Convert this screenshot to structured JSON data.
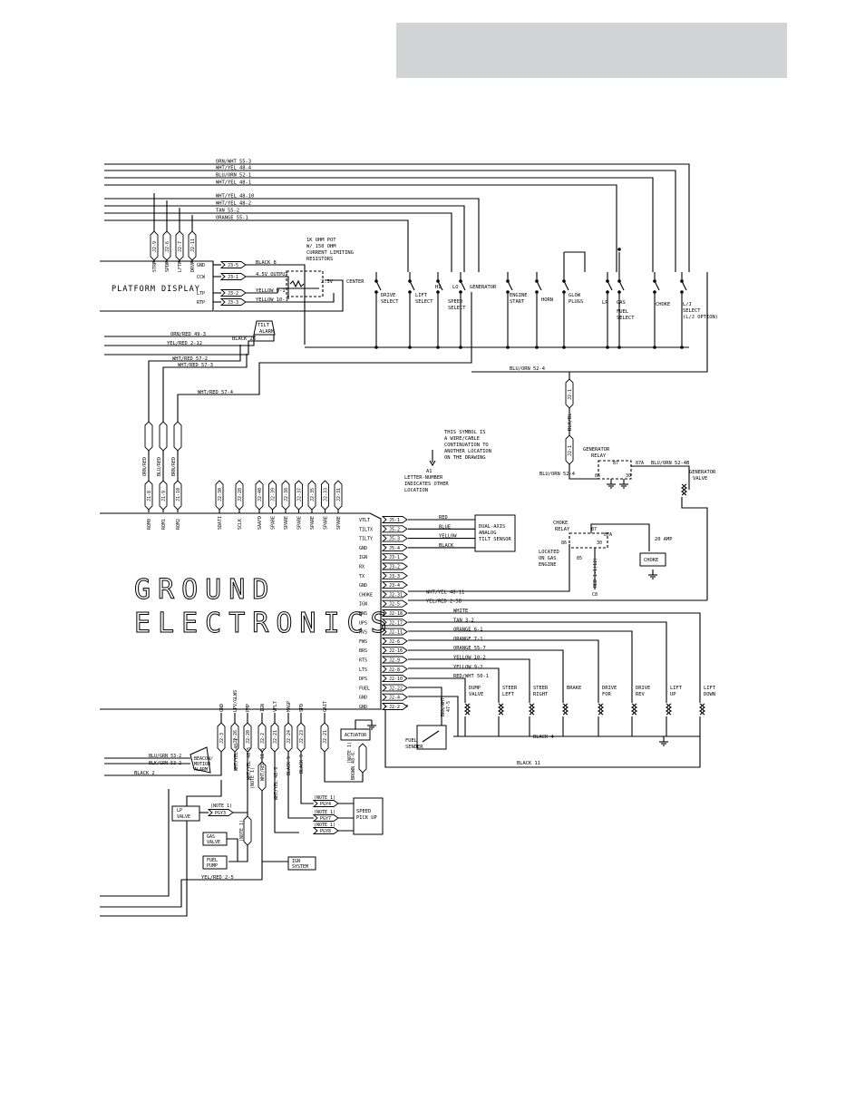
{
  "diagram": {
    "top_wires": [
      "ORN/WHT 55-3",
      "WHT/YEL 48-4",
      "BLU/ORN 52-1",
      "WHT/YEL 48-1",
      "WHT/YEL 48-10",
      "WHT/YEL 48-2",
      "TAN 55-2",
      "ORANGE 55-1"
    ],
    "platform": {
      "title": "PLATFORM DISPLAY",
      "top_connectors": [
        "J2-9",
        "J2-6",
        "J2-7",
        "J2-11"
      ],
      "top_connector_labels": [
        "STRP",
        "SPDP",
        "LFTP",
        "DRVP"
      ],
      "pins": [
        {
          "label": "GND",
          "conn": "J3-5",
          "wire": "BLACK 8"
        },
        {
          "label": "CCW",
          "conn": "J3-1",
          "wire": "4.5V OUTPUT"
        },
        {
          "label": "LTP",
          "conn": "J3-2",
          "wire": "YELLOW 9-1"
        },
        {
          "label": "RTP",
          "conn": "J3-3",
          "wire": "YELLOW 10-1"
        }
      ],
      "pot_note": [
        "1K OHM POT",
        "W/ 150 OHM",
        "CURRENT LIMITING",
        "RESISTORS"
      ],
      "pot_voltage": "2.3V",
      "center": "CENTER"
    },
    "switches": [
      "DRIVE",
      "SELECT",
      "LIFT",
      "SELECT",
      "HI",
      "LO",
      "SPEED",
      "SELECT",
      "GENERATOR",
      "ENGINE",
      "START",
      "HORN",
      "GLOW",
      "PLUGS",
      "LP",
      "GAS",
      "FUEL",
      "SELECT",
      "CHOKE",
      "L/J",
      "SELECT",
      "(L/J OPTION)"
    ],
    "tilt_alarm": {
      "label": "TILT",
      "label2": "ALARM",
      "wires": [
        "ORN/RED 49-3",
        "YEL/RED 2-12",
        "BLACK 26"
      ]
    },
    "mid_wires": [
      "WHT/RED 57-2",
      "WHT/RED 57-3",
      "WHT/RED 57-4",
      "BLU/ORN 52-4",
      "BLK/BL"
    ],
    "left_connectors": {
      "conns": [
        "J1-8",
        "J1-9",
        "J1-10"
      ],
      "wires": [
        "ORN/RED",
        "BLU/RED",
        "BRN/RED"
      ],
      "labels": [
        "ROM0",
        "ROM1",
        "ROM2"
      ]
    },
    "spare_connectors": {
      "conns": [
        "J2-30",
        "J2-28",
        "J2-40",
        "J2-39",
        "J2-38",
        "J2-37",
        "J2-35",
        "J2-33",
        "J2-31"
      ],
      "labels": [
        "SDATI",
        "SCLK",
        "SAAFD",
        "SPARE",
        "SPARE",
        "SPARE",
        "SPARE",
        "SPARE",
        "SPARE"
      ]
    },
    "symbol_note": {
      "lines": [
        "THIS SYMBOL IS",
        "A WIRE/CABLE",
        "CONTINUATION TO",
        "ANOTHER LOCATION",
        "ON THE DRAWING"
      ],
      "a1": "A1",
      "lines2": [
        "LETTER-NUMBER",
        "INDICATES OTHER",
        "LOCATION"
      ]
    },
    "generator_relay": {
      "label": "GENERATOR",
      "label2": "RELAY",
      "conn": "J2-1",
      "wire": "BLU/ORN 52-4",
      "wire2": "BLU/ORN 52-4B",
      "pins": [
        "87",
        "87A",
        "85",
        "86",
        "30"
      ]
    },
    "generator_valve": [
      "GENERATOR",
      "VALVE"
    ],
    "ground_title": [
      "GROUND",
      "ELECTRONICS"
    ],
    "right_pins": [
      {
        "label": "VTLT",
        "conn": "J5-1",
        "wire": "RED"
      },
      {
        "label": "TILTX",
        "conn": "J5-2",
        "wire": "BLUE"
      },
      {
        "label": "TILTY",
        "conn": "J5-3",
        "wire": "YELLOW"
      },
      {
        "label": "GND",
        "conn": "J5-4",
        "wire": "BLACK"
      },
      {
        "label": "IGN",
        "conn": "J3-1",
        "wire": ""
      },
      {
        "label": "RX",
        "conn": "J3-2",
        "wire": ""
      },
      {
        "label": "TX",
        "conn": "J3-3",
        "wire": ""
      },
      {
        "label": "GND",
        "conn": "J3-4",
        "wire": ""
      },
      {
        "label": "CHOKE",
        "conn": "J2-31",
        "wire": "WHT/YEL 48-11"
      },
      {
        "label": "IGN",
        "conn": "J2-5",
        "wire": "YEL/RED 2-5B"
      },
      {
        "label": "DNS",
        "conn": "J2-18",
        "wire": "WHITE"
      },
      {
        "label": "UPS",
        "conn": "J2-17",
        "wire": "TAN 3-2"
      },
      {
        "label": "RVS",
        "conn": "J2-11",
        "wire": "ORANGE 6-1"
      },
      {
        "label": "FWS",
        "conn": "J2-6",
        "wire": "ORANGE 7-1"
      },
      {
        "label": "BRS",
        "conn": "J2-16",
        "wire": "ORANGE 55-7"
      },
      {
        "label": "RTS",
        "conn": "J2-9",
        "wire": "YELLOW 10-2"
      },
      {
        "label": "LTS",
        "conn": "J2-8",
        "wire": "YELLOW 9-2"
      },
      {
        "label": "DPS",
        "conn": "J2-10",
        "wire": "RED/WHT 50-1"
      },
      {
        "label": "FUEL",
        "conn": "J2-22",
        "wire": ""
      },
      {
        "label": "GND",
        "conn": "J2-4",
        "wire": ""
      },
      {
        "label": "GND",
        "conn": "J2-2",
        "wire": ""
      }
    ],
    "tilt_sensor": [
      "DUAL-AXIS",
      "ANALOG",
      "TILT SENSOR"
    ],
    "choke_relay": {
      "label": "CHOKE",
      "label2": "RELAY",
      "pins": [
        "87",
        "87A",
        "85",
        "86",
        "30"
      ],
      "fuse": "20 AMP",
      "choke": "CHOKE",
      "located": [
        "LOCATED",
        "ON GAS",
        "ENGINE"
      ],
      "red_wire": "RED 1-1(12)",
      "c8": "C8"
    },
    "valves": [
      [
        "DUMP",
        "VALVE"
      ],
      [
        "STEER",
        "LEFT"
      ],
      [
        "STEER",
        "RIGHT"
      ],
      [
        "BRAKE",
        ""
      ],
      [
        "DRIVE",
        "FOR"
      ],
      [
        "DRIVE",
        "REV"
      ],
      [
        "LIFT",
        "UP"
      ],
      [
        "LIFT",
        "DOWN"
      ]
    ],
    "fuel_sender": {
      "label": "FUEL",
      "label2": "SENDER",
      "wire": "BRN/WHT",
      "wire2": "47-5"
    },
    "black_wires": [
      "BLACK 4",
      "BLACK 11"
    ],
    "bottom_connectors": {
      "labels": [
        "GND",
        "LPV/GLWS",
        "PMP",
        "IGN",
        "VFLT",
        "MAGP",
        "SPD",
        "GAIT"
      ],
      "conns": [
        "J2-3",
        "J2-26",
        "J2-20",
        "J2-2",
        "J2-21",
        "J2-24",
        "J2-23",
        "J2-21"
      ]
    },
    "actuator": "ACTUATOR",
    "beacon": {
      "wires": [
        "BLU/GRN 53-2",
        "BLK/GRN 53-2",
        "BLACK 2"
      ],
      "label": [
        "BEACON/",
        "MOTION",
        "ALARM"
      ]
    },
    "bottom_wires": [
      "WHT/YEL 48-7",
      "WHT/YEL 48-5",
      "WHT/RED 51-5",
      "WHT/YEL 48-9",
      "BLACK 9",
      "WHT/RED 51-5",
      "BROWN 48-6",
      "YEL/RED 2-5",
      "(NOTE 1)"
    ],
    "speed_pickup": {
      "label": [
        "SPEED",
        "PICK UP"
      ],
      "conns": [
        "PGY4",
        "PGY7",
        "PGY8"
      ]
    },
    "lp_valve": [
      "LP",
      "VALVE"
    ],
    "gas_valve": [
      "GAS",
      "VALVE"
    ],
    "fuel_pump": [
      "FUEL",
      "PUMP"
    ],
    "ign_system": [
      "IGN",
      "SYSTEM"
    ],
    "lp_conn": "PGY3",
    "notes": [
      "(NOTE 1)"
    ]
  }
}
